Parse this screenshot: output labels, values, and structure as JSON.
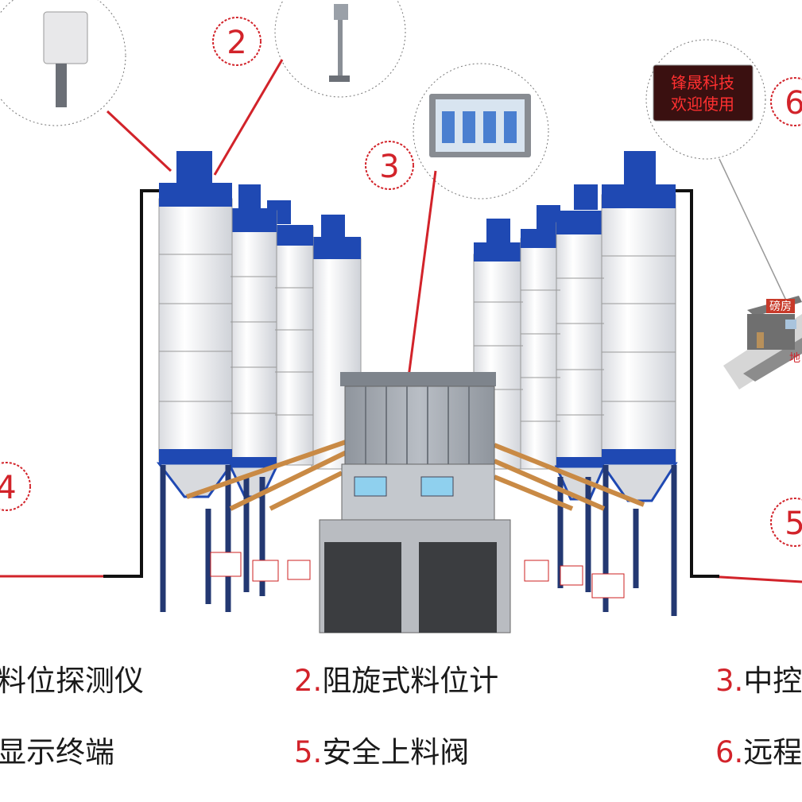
{
  "badges": [
    "2",
    "3",
    "4",
    "5",
    "6"
  ],
  "led_sign": {
    "line1": "锋晟科技",
    "line2": "欢迎使用"
  },
  "building": {
    "roof_label": "磅房",
    "road_label": "地"
  },
  "captions": {
    "row1": [
      {
        "num": "",
        "text": "料位探测仪"
      },
      {
        "num": "2.",
        "text": "阻旋式料位计"
      },
      {
        "num": "3.",
        "text": "中控"
      }
    ],
    "row2": [
      {
        "num": "",
        "text": "显示终端"
      },
      {
        "num": "5.",
        "text": "安全上料阀"
      },
      {
        "num": "6.",
        "text": "远程"
      }
    ]
  },
  "colors": {
    "silo_blue": "#1f49b3",
    "silo_body": "#f2f3f5",
    "wire_red": "#d2232a",
    "frame_navy": "#233872",
    "plant_grey": "#9aa0a8"
  }
}
